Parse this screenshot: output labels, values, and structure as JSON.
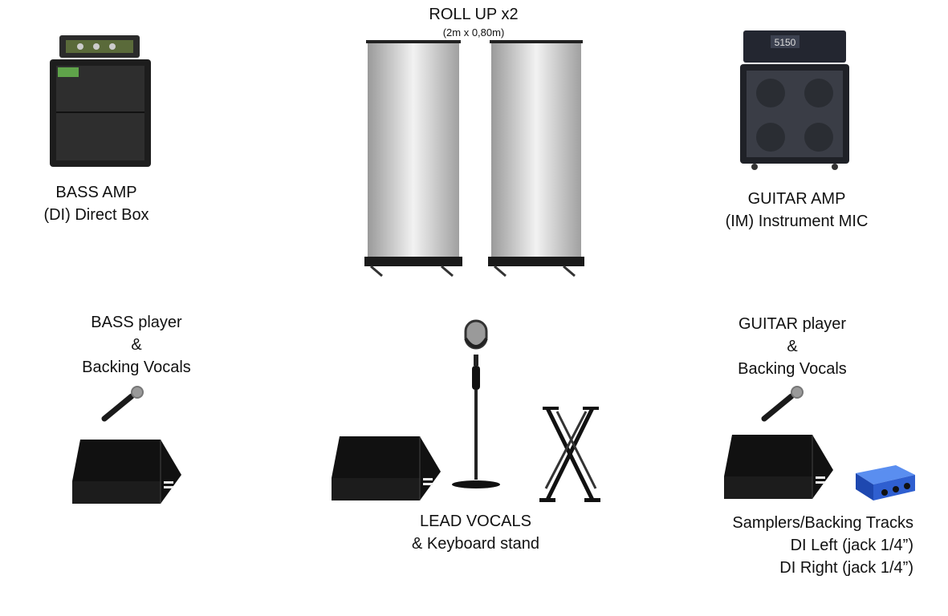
{
  "rollup": {
    "title": "ROLL UP x2",
    "size": "(2m x 0,80m)"
  },
  "bass_amp": {
    "line1": "BASS AMP",
    "line2": "(DI) Direct Box"
  },
  "guitar_amp": {
    "line1": "GUITAR AMP",
    "line2": "(IM) Instrument MIC",
    "badge": "5150"
  },
  "bass_player": {
    "line1": "BASS player",
    "line2": "&",
    "line3": "Backing Vocals"
  },
  "guitar_player": {
    "line1": "GUITAR player",
    "line2": "&",
    "line3": "Backing Vocals"
  },
  "lead": {
    "line1": "LEAD VOCALS",
    "line2": "& Keyboard stand"
  },
  "samplers": {
    "line1": "Samplers/Backing Tracks",
    "line2": "DI Left (jack 1/4”)",
    "line3": "DI Right (jack 1/4”)"
  },
  "colors": {
    "monitor": "#111111",
    "di_box": "#2f5fd0",
    "amp_grille": "#2a2d33",
    "banner": "#c8c8c8"
  },
  "icons": [
    "bass-amp-icon",
    "guitar-amp-icon",
    "rollup-banner-icon",
    "microphone-icon",
    "mic-stand-icon",
    "keyboard-stand-icon",
    "stage-monitor-icon",
    "di-box-icon"
  ]
}
